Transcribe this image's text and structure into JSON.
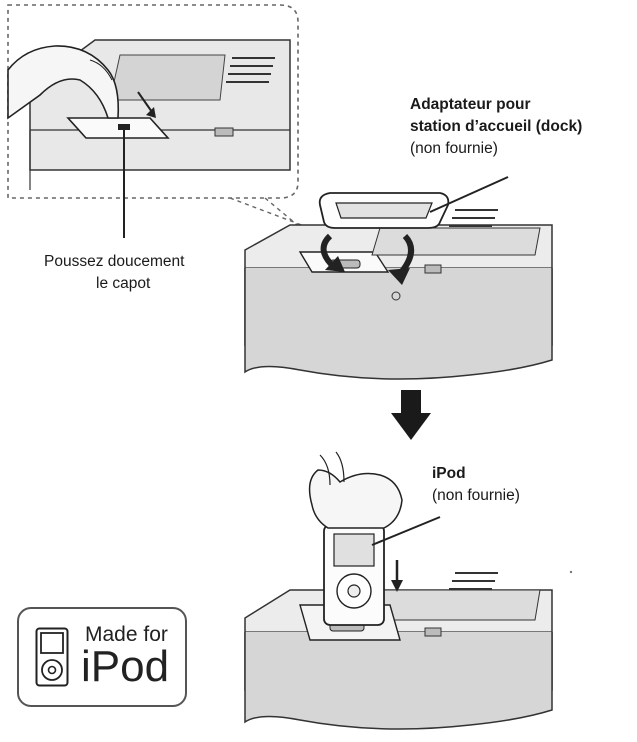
{
  "labels": {
    "adapter_line1": "Adaptateur pour",
    "adapter_line2": "station d’accueil (dock)",
    "adapter_note": "(non fournie)",
    "push_line1": "Poussez doucement",
    "push_line2": "le capot",
    "ipod_title": "iPod",
    "ipod_note": "(non fournie)"
  },
  "badge": {
    "made_for": "Made for",
    "brand": "iPod"
  },
  "icons": {
    "down_arrow": "down-arrow-icon",
    "ipod": "ipod-icon"
  },
  "colors": {
    "line": "#2a2a2a",
    "fill_light": "#e6e6e6",
    "fill_mid": "#cfcfcf",
    "fill_dark": "#a9a9a9"
  }
}
